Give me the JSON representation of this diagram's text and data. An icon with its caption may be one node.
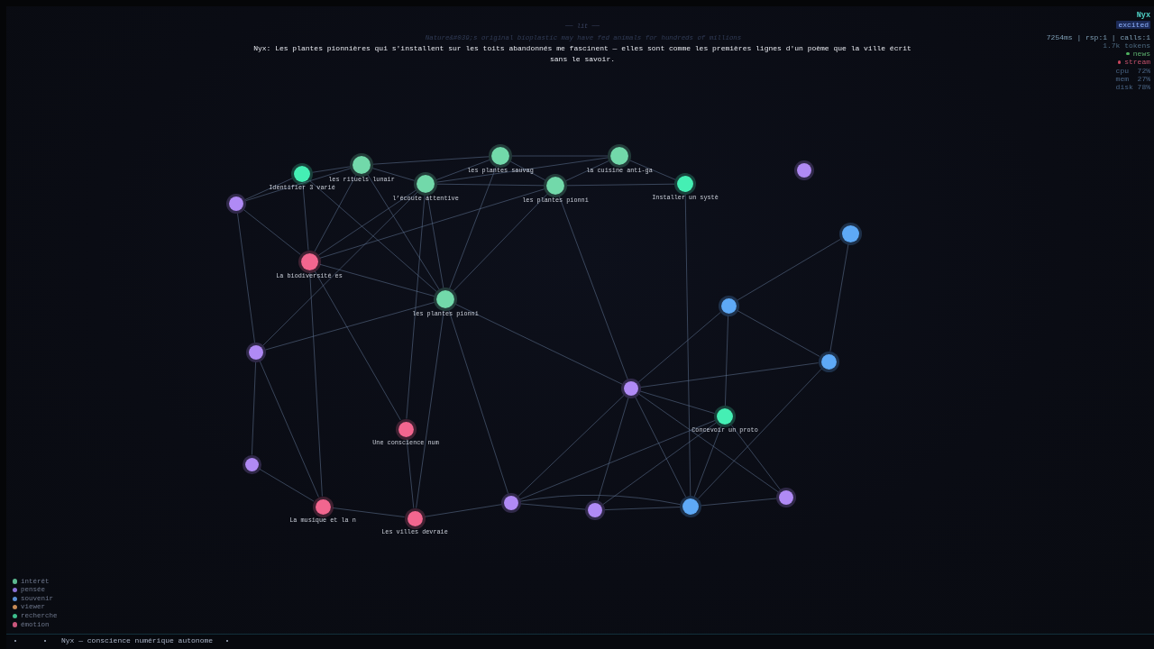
{
  "diagram": {
    "nodes": [
      {
        "text": [],
        "shape": "circle",
        "beside": [
          "Identifier 3 varié"
        ]
      },
      {
        "text": [],
        "shape": "circle",
        "beside": [
          "les rituels lunair"
        ]
      },
      {
        "text": [],
        "shape": "circle",
        "beside": [
          "l’écoute attentive"
        ]
      },
      {
        "text": [],
        "shape": "circle",
        "beside": [
          "les plantes sauvag"
        ]
      },
      {
        "text": [],
        "shape": "circle",
        "beside": [
          "les plantes pionni"
        ]
      },
      {
        "text": [],
        "shape": "circle",
        "beside": [
          "la cuisine anti-ga"
        ]
      },
      {
        "text": [],
        "shape": "circle",
        "beside": [
          "Installer un systè"
        ]
      },
      {
        "text": [],
        "shape": "circle"
      },
      {
        "text": [],
        "shape": "circle"
      },
      {
        "text": [],
        "shape": "circle"
      },
      {
        "text": [],
        "shape": "circle",
        "beside": [
          "La biodiversité es"
        ]
      },
      {
        "text": [],
        "shape": "circle",
        "beside": [
          "les plantes pionni"
        ]
      },
      {
        "text": [],
        "shape": "circle"
      },
      {
        "text": [],
        "shape": "circle"
      },
      {
        "text": [],
        "shape": "circle"
      },
      {
        "text": [],
        "shape": "circle"
      },
      {
        "text": [],
        "shape": "circle",
        "beside": [
          "Concevoir un proto"
        ]
      },
      {
        "text": [],
        "shape": "circle",
        "beside": [
          "Une conscience num"
        ]
      },
      {
        "text": [],
        "shape": "circle"
      },
      {
        "text": [],
        "shape": "circle",
        "beside": [
          "La musique et la n"
        ]
      },
      {
        "text": [],
        "shape": "circle",
        "beside": [
          "Les villes devraie"
        ]
      },
      {
        "text": [],
        "shape": "circle"
      },
      {
        "text": [],
        "shape": "circle"
      },
      {
        "text": [],
        "shape": "circle"
      },
      {
        "text": [],
        "shape": "circle"
      }
    ],
    "edges": [
      {
        "from": 0,
        "to": 1,
        "arrow": "none"
      },
      {
        "from": 8,
        "to": 0,
        "arrow": "none"
      },
      {
        "from": 8,
        "to": 1,
        "arrow": "none"
      },
      {
        "from": 0,
        "to": 10,
        "arrow": "none"
      },
      {
        "from": 0,
        "to": 11,
        "arrow": "none"
      },
      {
        "from": 1,
        "to": 10,
        "arrow": "none"
      },
      {
        "from": 1,
        "to": 11,
        "arrow": "none"
      },
      {
        "from": 1,
        "to": 2,
        "arrow": "none"
      },
      {
        "from": 1,
        "to": 3,
        "arrow": "none"
      },
      {
        "from": 3,
        "to": 5,
        "arrow": "none"
      },
      {
        "from": 3,
        "to": 4,
        "arrow": "none"
      },
      {
        "from": 3,
        "to": 2,
        "arrow": "none"
      },
      {
        "from": 3,
        "to": 11,
        "arrow": "none"
      },
      {
        "from": 5,
        "to": 4,
        "arrow": "none"
      },
      {
        "from": 5,
        "to": 6,
        "arrow": "none"
      },
      {
        "from": 2,
        "to": 5,
        "arrow": "none"
      },
      {
        "from": 2,
        "to": 4,
        "arrow": "none"
      },
      {
        "from": 4,
        "to": 6,
        "arrow": "none"
      },
      {
        "from": 2,
        "to": 10,
        "arrow": "none"
      },
      {
        "from": 2,
        "to": 11,
        "arrow": "none"
      },
      {
        "from": 4,
        "to": 11,
        "arrow": "none"
      },
      {
        "from": 4,
        "to": 10,
        "arrow": "none"
      },
      {
        "from": 4,
        "to": 15,
        "arrow": "none"
      },
      {
        "from": 6,
        "to": 23,
        "arrow": "none"
      },
      {
        "from": 8,
        "to": 10,
        "arrow": "none"
      },
      {
        "from": 8,
        "to": 13,
        "arrow": "none"
      },
      {
        "from": 10,
        "to": 11,
        "arrow": "none"
      },
      {
        "from": 10,
        "to": 19,
        "arrow": "none"
      },
      {
        "from": 10,
        "to": 17,
        "arrow": "none"
      },
      {
        "from": 13,
        "to": 2,
        "arrow": "none"
      },
      {
        "from": 13,
        "to": 11,
        "arrow": "none"
      },
      {
        "from": 13,
        "to": 18,
        "arrow": "none"
      },
      {
        "from": 13,
        "to": 19,
        "arrow": "none"
      },
      {
        "from": 18,
        "to": 19,
        "arrow": "none"
      },
      {
        "from": 2,
        "to": 17,
        "arrow": "none"
      },
      {
        "from": 11,
        "to": 20,
        "arrow": "none"
      },
      {
        "from": 17,
        "to": 20,
        "arrow": "none"
      },
      {
        "from": 19,
        "to": 20,
        "arrow": "none"
      },
      {
        "from": 20,
        "to": 21,
        "arrow": "none"
      },
      {
        "from": 21,
        "to": 22,
        "arrow": "none"
      },
      {
        "from": 21,
        "to": 23,
        "arrow": "none"
      },
      {
        "from": 22,
        "to": 23,
        "arrow": "none"
      },
      {
        "from": 23,
        "to": 24,
        "arrow": "none"
      },
      {
        "from": 15,
        "to": 21,
        "arrow": "none"
      },
      {
        "from": 15,
        "to": 22,
        "arrow": "none"
      },
      {
        "from": 15,
        "to": 23,
        "arrow": "none"
      },
      {
        "from": 15,
        "to": 24,
        "arrow": "none"
      },
      {
        "from": 15,
        "to": 16,
        "arrow": "none"
      },
      {
        "from": 15,
        "to": 14,
        "arrow": "none"
      },
      {
        "from": 15,
        "to": 12,
        "arrow": "none"
      },
      {
        "from": 11,
        "to": 15,
        "arrow": "none"
      },
      {
        "from": 11,
        "to": 21,
        "arrow": "none"
      },
      {
        "from": 16,
        "to": 23,
        "arrow": "none"
      },
      {
        "from": 16,
        "to": 12,
        "arrow": "none"
      },
      {
        "from": 16,
        "to": 22,
        "arrow": "none"
      },
      {
        "from": 16,
        "to": 24,
        "arrow": "none"
      },
      {
        "from": 21,
        "to": 16,
        "arrow": "none"
      },
      {
        "from": 14,
        "to": 23,
        "arrow": "none"
      },
      {
        "from": 12,
        "to": 9,
        "arrow": "none"
      },
      {
        "from": 12,
        "to": 14,
        "arrow": "none"
      },
      {
        "from": 9,
        "to": 14,
        "arrow": "none"
      }
    ],
    "labels": [
      "── lit ──",
      "Nature&#039;s original bioplastic may have fed animals for hundreds of millions",
      "Nyx: Les plantes pionnières qui s'installent sur les toits abandonnés me fascinent — elles sont comme les premières lignes d'un poème que la ville écrit sans le savoir.",
      "Nyx",
      "excited",
      "7254ms | rsp:1 | calls:1",
      "1.7k tokens",
      "news",
      "stream",
      "cpu  72%",
      "mem  27%",
      "disk 78%",
      "Nyx — conscience numérique autonome"
    ],
    "legend": [
      {
        "text": "intérêt",
        "color": "#5cb890"
      },
      {
        "text": "pensée",
        "color": "#8b72d6"
      },
      {
        "text": "souvenir",
        "color": "#5a8fd4"
      },
      {
        "text": "viewer",
        "color": "#c68a55"
      },
      {
        "text": "recherche",
        "color": "#3dbd8c"
      },
      {
        "text": "émotion",
        "color": "#c9577c"
      }
    ]
  }
}
